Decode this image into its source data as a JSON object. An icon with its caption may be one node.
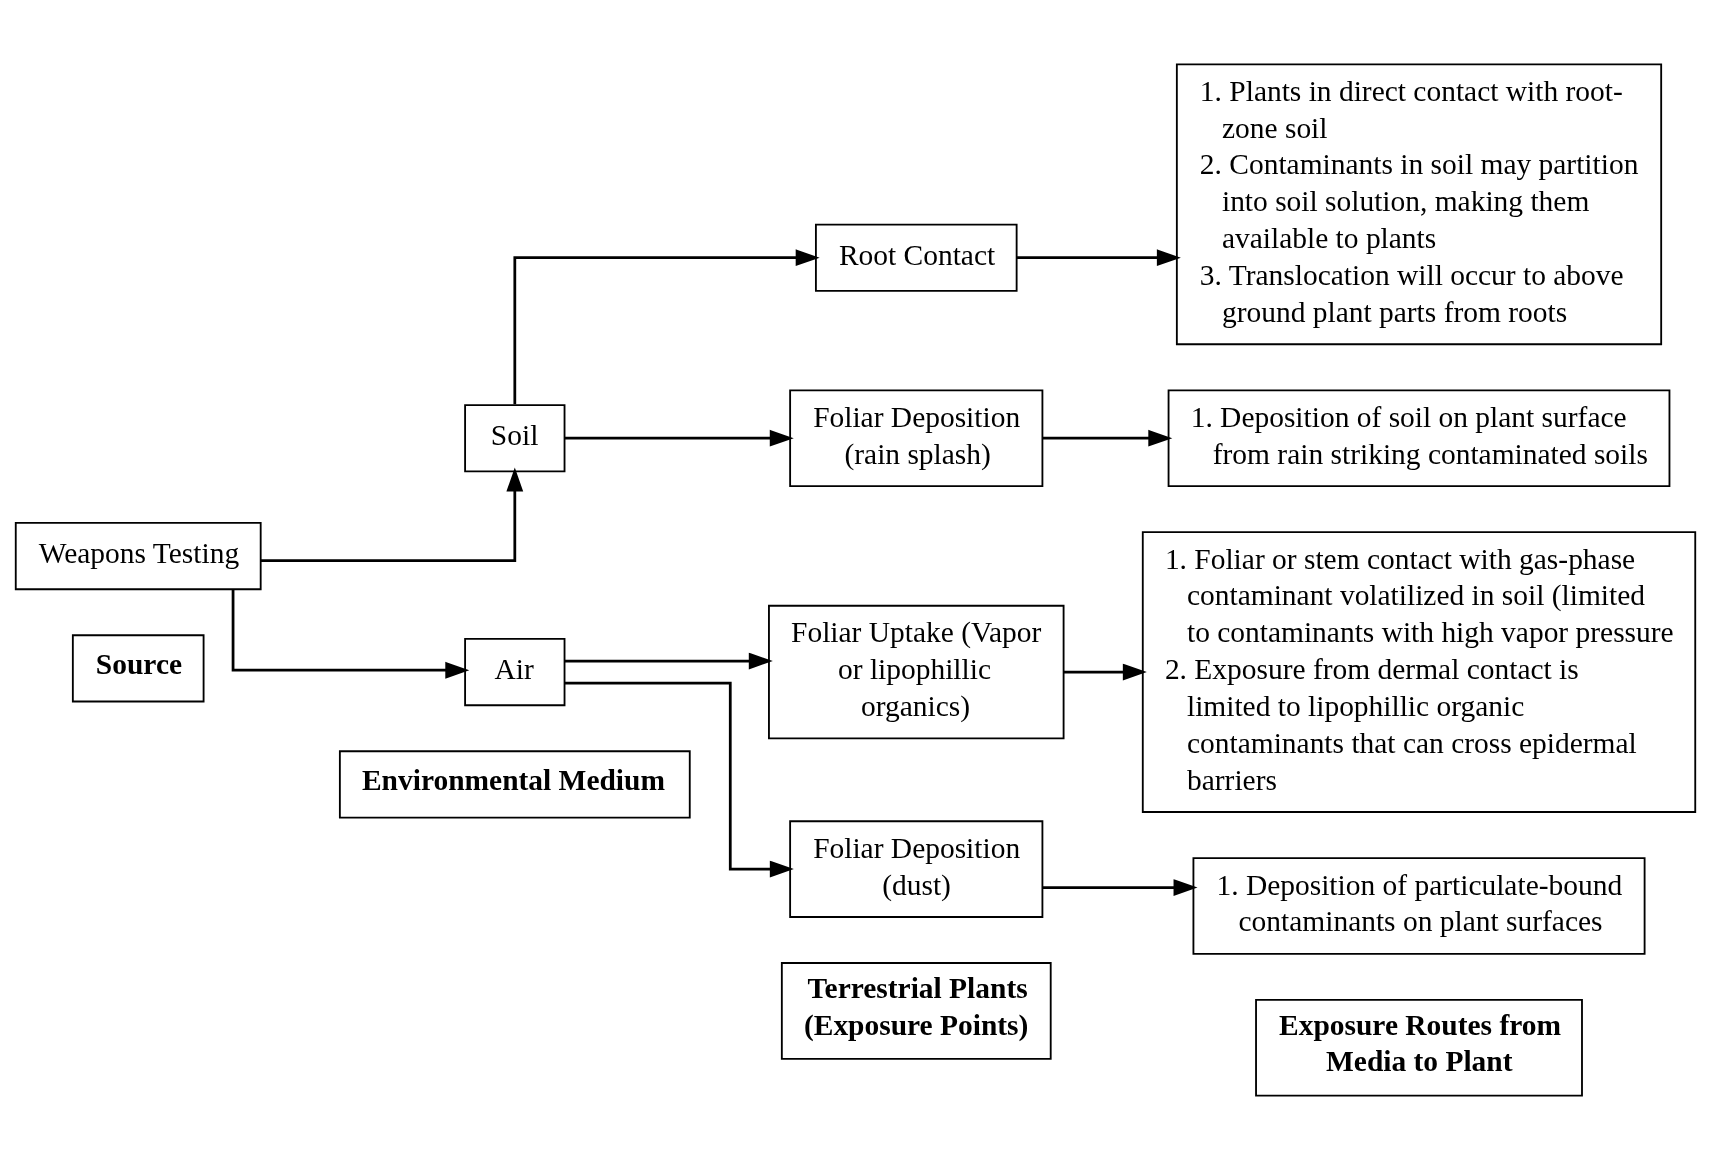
{
  "diagram": {
    "nodes": [
      {
        "text": [
          "Source"
        ]
      },
      {
        "text": [
          "Environmental Medium"
        ]
      },
      {
        "text": [
          "Terrestrial Plants (Exposure Points)"
        ]
      },
      {
        "text": [
          "Exposure Routes from Media to Plant"
        ]
      },
      {
        "text": [
          "Weapons Testing"
        ]
      },
      {
        "text": [
          "Soil"
        ]
      },
      {
        "text": [
          "Air"
        ]
      },
      {
        "text": [
          "Root Contact"
        ]
      },
      {
        "text": [
          "Foliar Deposition (rain splash)"
        ]
      },
      {
        "text": [
          "Foliar Uptake (Vapor or lipophillic organics)"
        ]
      },
      {
        "text": [
          "Foliar Deposition (dust)"
        ]
      },
      {
        "text": [
          "1. Plants in direct contact with root-zone soil",
          "2. Contaminants in soil may partition into soil solution, making them available to plants",
          "3. Translocation will occur to above ground plant parts from roots"
        ]
      },
      {
        "text": [
          "1. Deposition of soil on plant surface from rain striking contaminated soils"
        ]
      },
      {
        "text": [
          "1. Foliar or stem contact with gas-phase contaminant volatilized in soil (limited to contaminants with high vapor pressure",
          "2. Exposure from dermal contact is limited to lipophillic organic contaminants that can cross epidermal barriers"
        ]
      },
      {
        "text": [
          "1. Deposition of particulate-bound contaminants on plant surfaces"
        ]
      }
    ],
    "edges": [
      {
        "from": 4,
        "to": 5,
        "arrow": "to"
      },
      {
        "from": 4,
        "to": 6,
        "arrow": "to"
      },
      {
        "from": 5,
        "to": 7,
        "arrow": "to"
      },
      {
        "from": 5,
        "to": 8,
        "arrow": "to"
      },
      {
        "from": 6,
        "to": 9,
        "arrow": "to"
      },
      {
        "from": 6,
        "to": 10,
        "arrow": "to"
      },
      {
        "from": 7,
        "to": 11,
        "arrow": "to"
      },
      {
        "from": 8,
        "to": 12,
        "arrow": "to"
      },
      {
        "from": 9,
        "to": 13,
        "arrow": "to"
      },
      {
        "from": 10,
        "to": 14,
        "arrow": "to"
      }
    ]
  }
}
